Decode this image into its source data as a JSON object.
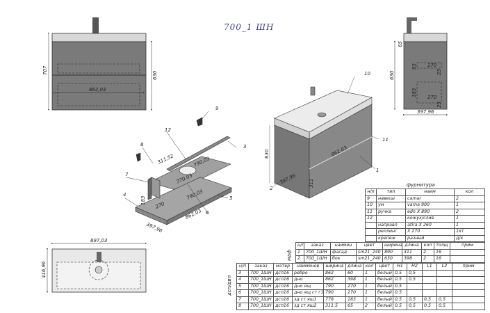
{
  "title": "700_1 ШН",
  "front_view": {
    "dims": [
      "707",
      "630",
      "862,03"
    ]
  },
  "side_view": {
    "dims": [
      "65",
      "630",
      "65",
      "270",
      "25",
      "183",
      "270",
      "25",
      "397,96"
    ]
  },
  "top_view": {
    "dims": [
      "897,03",
      "416,96"
    ]
  },
  "exploded_view": {
    "callouts": [
      "9",
      "12",
      "8",
      "3",
      "7",
      "4",
      "5",
      "6"
    ],
    "dims": [
      "311,52",
      "790,03",
      "770,03",
      "790,03",
      "183",
      "270",
      "397,96",
      "862,03"
    ]
  },
  "assembled_view": {
    "callouts": [
      "10",
      "11",
      "1",
      "2"
    ],
    "dims": [
      "630",
      "862,03",
      "311",
      "397,96"
    ]
  },
  "hardware_table": {
    "caption": "фурнитура",
    "headers": [
      "н/п",
      "тип",
      "наим",
      "кол"
    ],
    "rows": [
      [
        "9",
        "навесы",
        "camar",
        "2"
      ],
      [
        "10",
        "ум",
        "varna 900",
        "1"
      ],
      [
        "11",
        "ручка",
        "edn X 890",
        "2"
      ],
      [
        "12",
        "",
        "кожух/слив",
        "1"
      ],
      [
        "",
        "направл",
        "atira X 260",
        "1"
      ],
      [
        "",
        "реллинг",
        "X 270",
        "1кт"
      ],
      [
        "",
        "крепеж",
        "разный",
        "д/к"
      ]
    ]
  },
  "mdf_table": {
    "side_label": "мдф",
    "headers": [
      "н/п",
      "заказ",
      "наимен",
      "цвет",
      "ширина",
      "длина",
      "кол",
      "толщ",
      "прим"
    ],
    "rows": [
      [
        "1",
        "700_1ШН",
        "фасад",
        "sm21_240",
        "890",
        "311",
        "2",
        "16",
        ""
      ],
      [
        "2",
        "700_1ШН",
        "бок",
        "sm21_240",
        "630",
        "398",
        "2",
        "16",
        ""
      ]
    ]
  },
  "dsp_table": {
    "side_label": "дсп/двп",
    "headers": [
      "н/п",
      "заказ",
      "матер",
      "наименов",
      "ширина",
      "длина",
      "кол",
      "цвет",
      "H1",
      "H2",
      "L1",
      "L2",
      "прим"
    ],
    "rows": [
      [
        "3",
        "700_1ШН",
        "дсп16",
        "ребро",
        "862",
        "60",
        "1",
        "белый",
        "0,5",
        "0,5",
        "",
        "",
        ""
      ],
      [
        "4",
        "700_1ШН",
        "дсп16",
        "дно",
        "862",
        "398",
        "1",
        "белый",
        "0,5",
        "0,5",
        "",
        "",
        ""
      ],
      [
        "5",
        "700_1ШН",
        "дсп16",
        "дно ящ",
        "790",
        "270",
        "1",
        "белый",
        "0,5",
        "",
        "",
        "",
        ""
      ],
      [
        "6",
        "700_1ШН",
        "дсп16",
        "дно ящ ст г1",
        "790",
        "270",
        "1",
        "белый",
        "0,5",
        "",
        "",
        "",
        ""
      ],
      [
        "7",
        "700_1ШН",
        "дсп16",
        "зд ст ящ1",
        "778",
        "183",
        "1",
        "белый",
        "0,5",
        "0,5",
        "0,5",
        "0,5",
        ""
      ],
      [
        "8",
        "700_1ШН",
        "дсп16",
        "зд ст ящ2",
        "311,5",
        "65",
        "2",
        "белый",
        "0,5",
        "0,5",
        "0,5",
        "0,5",
        ""
      ]
    ]
  },
  "colors": {
    "body": "#7a7a7a",
    "sink": "#e6e6e6",
    "title": "#3a3f8f",
    "line": "#333333"
  }
}
